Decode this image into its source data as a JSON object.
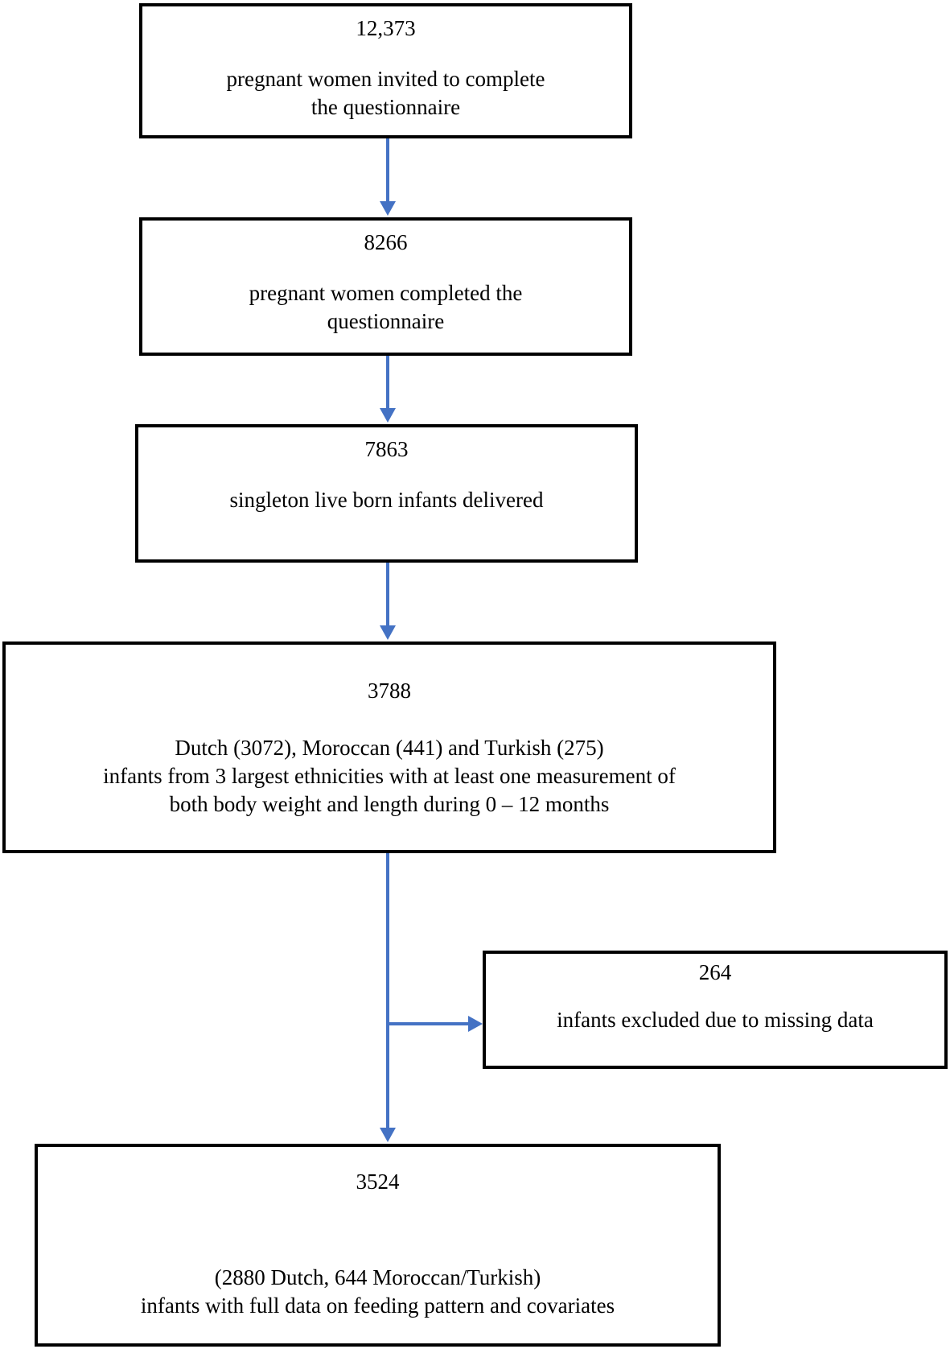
{
  "diagram": {
    "type": "study-flowchart",
    "arrow_color": "#4472C4",
    "box_border_color": "#000000",
    "boxes": {
      "invited": {
        "number": "12,373",
        "lines": [
          "pregnant women invited to complete",
          "the questionnaire"
        ]
      },
      "completed": {
        "number": "8266",
        "lines": [
          "pregnant women completed the",
          "questionnaire"
        ]
      },
      "singleton": {
        "number": "7863",
        "lines": [
          "singleton live born infants delivered"
        ]
      },
      "measured": {
        "number": "3788",
        "lines": [
          "Dutch (3072), Moroccan (441) and Turkish (275)",
          "infants from 3 largest ethnicities with at least one measurement of",
          "both body weight and length during 0 – 12 months"
        ]
      },
      "excluded": {
        "number": "264",
        "lines": [
          "infants excluded due to missing data"
        ]
      },
      "final": {
        "number": "3524",
        "lines": [
          "(2880 Dutch, 644 Moroccan/Turkish)",
          "infants with full data on feeding pattern and covariates"
        ]
      }
    }
  }
}
